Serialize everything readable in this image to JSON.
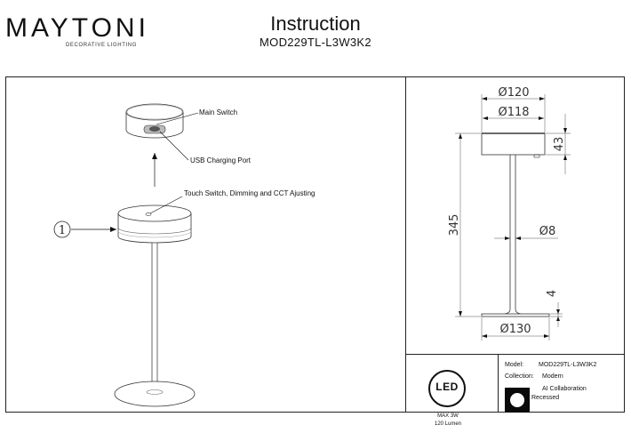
{
  "header": {
    "brand": "MAYTONI",
    "brand_tagline": "DECORATIVE LIGHTING",
    "title": "Instruction",
    "model_code": "MOD229TL-L3W3K2"
  },
  "drawing": {
    "callout_number": "1",
    "labels": {
      "main_switch": "Main Switch",
      "usb_port": "USB Charging Port",
      "touch_switch": "Touch Switch, Dimming and CCT Ajusting"
    },
    "dimensions": {
      "top_outer_diameter": "Ø120",
      "top_inner_diameter": "Ø118",
      "head_height": "43",
      "total_height": "345",
      "stem_diameter": "Ø8",
      "base_thickness": "4",
      "base_diameter": "Ø130"
    }
  },
  "specs": {
    "led_badge": "LED",
    "max_power": "MAX 3W",
    "lumen": "120 Lumen",
    "model_label": "Model:",
    "model_value": "MOD229TL-L3W3K2",
    "collection_label": "Collection:",
    "collection_value": "Modern",
    "collab_line1": "AI Collaboration",
    "collab_line2": "Recessed"
  }
}
